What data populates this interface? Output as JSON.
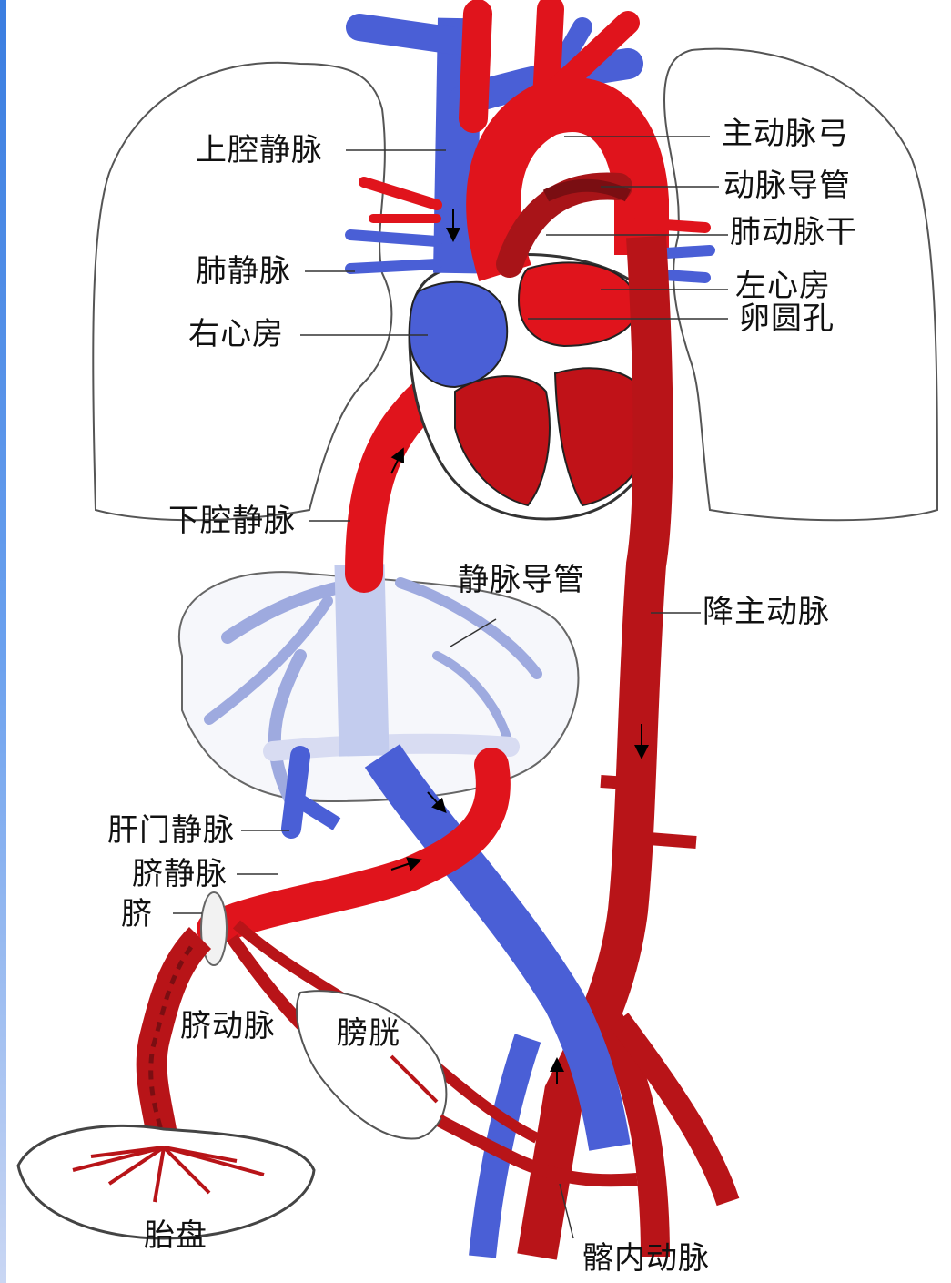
{
  "colors": {
    "artery": "#e0141c",
    "artery_dark": "#a81418",
    "vein": "#4a5fd6",
    "vein_light": "#9eaadf",
    "lung_outline": "#555555",
    "accent_bar": "#3a7de0"
  },
  "labels": {
    "superior_vena_cava": "上腔静脉",
    "aortic_arch": "主动脉弓",
    "ductus_arteriosus": "动脉导管",
    "pulmonary_trunk": "肺动脉干",
    "pulmonary_vein": "肺静脉",
    "left_atrium": "左心房",
    "foramen_ovale": "卵圆孔",
    "right_atrium": "右心房",
    "inferior_vena_cava": "下腔静脉",
    "ductus_venosus": "静脉导管",
    "descending_aorta": "降主动脉",
    "hepatic_portal_vein": "肝门静脉",
    "umbilical_vein": "脐静脉",
    "umbilicus": "脐",
    "umbilical_artery": "脐动脉",
    "bladder": "膀胱",
    "placenta": "胎盘",
    "internal_iliac_artery": "髂内动脉"
  }
}
